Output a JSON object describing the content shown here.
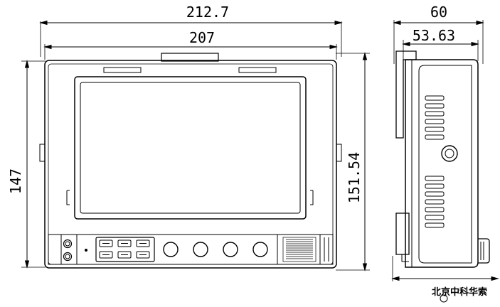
{
  "dimensions": {
    "overall_width": "212.7",
    "body_width": "207",
    "height_left": "147",
    "height_right": "151.54",
    "depth_overall": "60",
    "depth_body": "53.63"
  },
  "watermark": "北京中科华索"
}
